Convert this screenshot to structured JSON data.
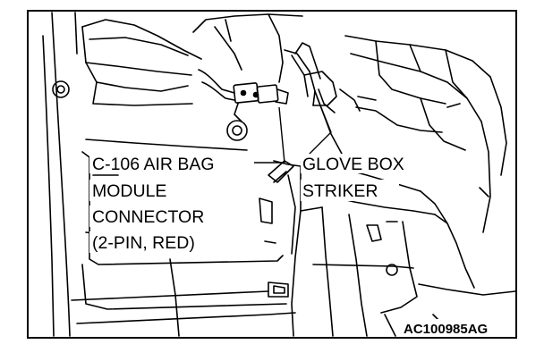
{
  "figure": {
    "callouts": {
      "connector": [
        "C-106 AIR BAG",
        "MODULE",
        "CONNECTOR",
        "(2-PIN, RED)"
      ],
      "striker": [
        "GLOVE BOX",
        "STRIKER"
      ]
    },
    "figure_id": "AC100985AG"
  }
}
